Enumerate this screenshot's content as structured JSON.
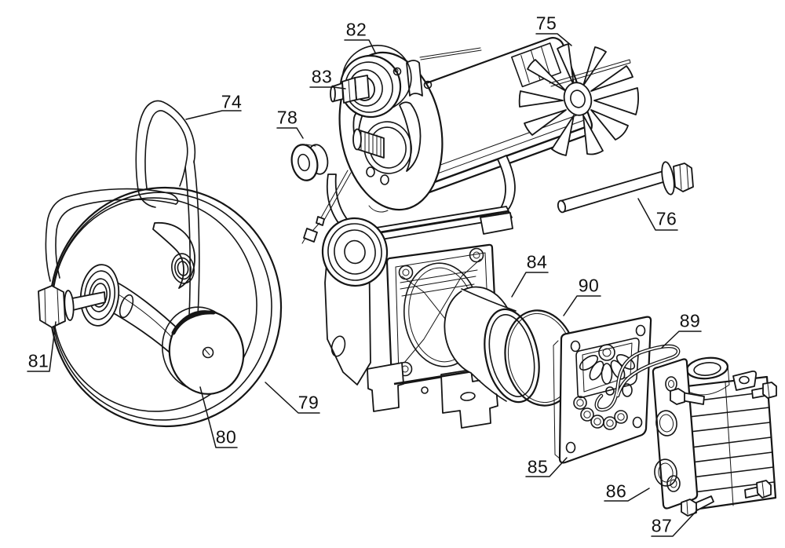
{
  "diagram": {
    "callouts": [
      {
        "number": "74"
      },
      {
        "number": "75"
      },
      {
        "number": "76"
      },
      {
        "number": "78"
      },
      {
        "number": "79"
      },
      {
        "number": "80"
      },
      {
        "number": "81"
      },
      {
        "number": "82"
      },
      {
        "number": "83"
      },
      {
        "number": "84"
      },
      {
        "number": "85"
      },
      {
        "number": "86"
      },
      {
        "number": "87"
      },
      {
        "number": "89"
      },
      {
        "number": "90"
      }
    ]
  }
}
